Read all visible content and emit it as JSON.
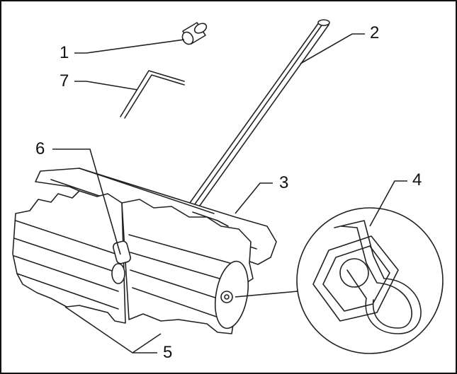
{
  "callouts": [
    {
      "id": "1",
      "label": "1"
    },
    {
      "id": "2",
      "label": "2"
    },
    {
      "id": "3",
      "label": "3"
    },
    {
      "id": "4",
      "label": "4"
    },
    {
      "id": "5",
      "label": "5"
    },
    {
      "id": "6",
      "label": "6"
    },
    {
      "id": "7",
      "label": "7"
    }
  ],
  "colors": {
    "line": "#222222",
    "background": "#ffffff",
    "frame": "#111111"
  },
  "parts": [
    "sleeve-nut",
    "handle-shaft",
    "brush-frame",
    "hair-pin-clip",
    "brush-roller-halves",
    "drive-pin",
    "hex-key"
  ]
}
